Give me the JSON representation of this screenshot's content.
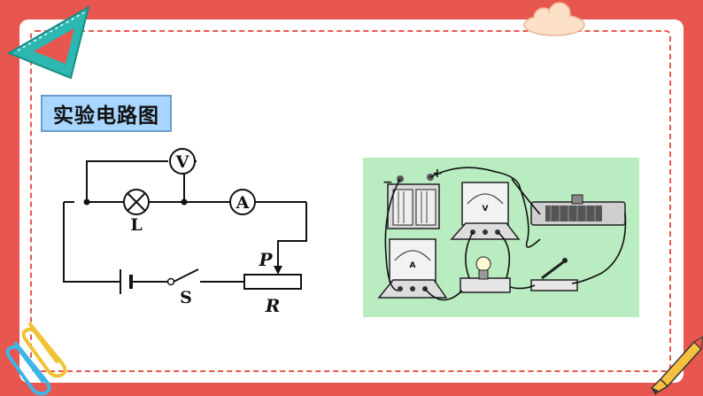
{
  "section_title": "实验电路图",
  "circuit": {
    "voltmeter_symbol": "V",
    "ammeter_symbol": "A",
    "lamp_label": "L",
    "switch_label": "S",
    "slider_label": "P",
    "rheostat_label": "R"
  },
  "photo": {
    "battery_neg": "−",
    "battery_pos": "+",
    "ammeter_face": "A",
    "voltmeter_face": "V"
  },
  "colors": {
    "background": "#e8574f",
    "title_fill": "#a9d6ff",
    "photo_fill": "#b9ecc0"
  }
}
